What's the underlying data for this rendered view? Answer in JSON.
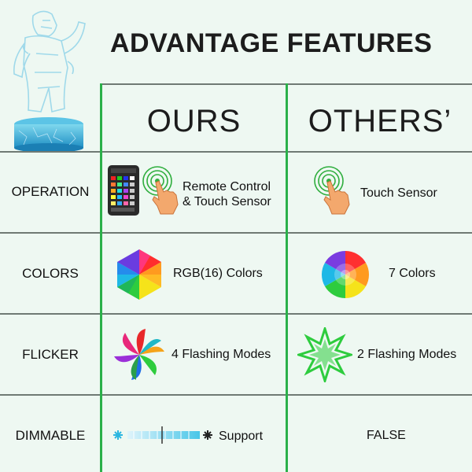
{
  "title": "ADVANTAGE FEATURES",
  "columns": {
    "ours": "OURS",
    "others": "OTHERS’"
  },
  "rows": {
    "operation": {
      "label": "OPERATION",
      "ours_line1": "Remote Control",
      "ours_line2": "& Touch Sensor",
      "others": "Touch Sensor"
    },
    "colors": {
      "label": "COLORS",
      "ours": "RGB(16) Colors",
      "others": "7 Colors"
    },
    "flicker": {
      "label": "FLICKER",
      "ours": "4 Flashing Modes",
      "others": "2 Flashing Modes"
    },
    "dimmable": {
      "label": "DIMMABLE",
      "ours": "Support",
      "others": "FALSE"
    }
  },
  "colors": {
    "divider_green": "#2bb04a",
    "background": "#eef8f2"
  }
}
